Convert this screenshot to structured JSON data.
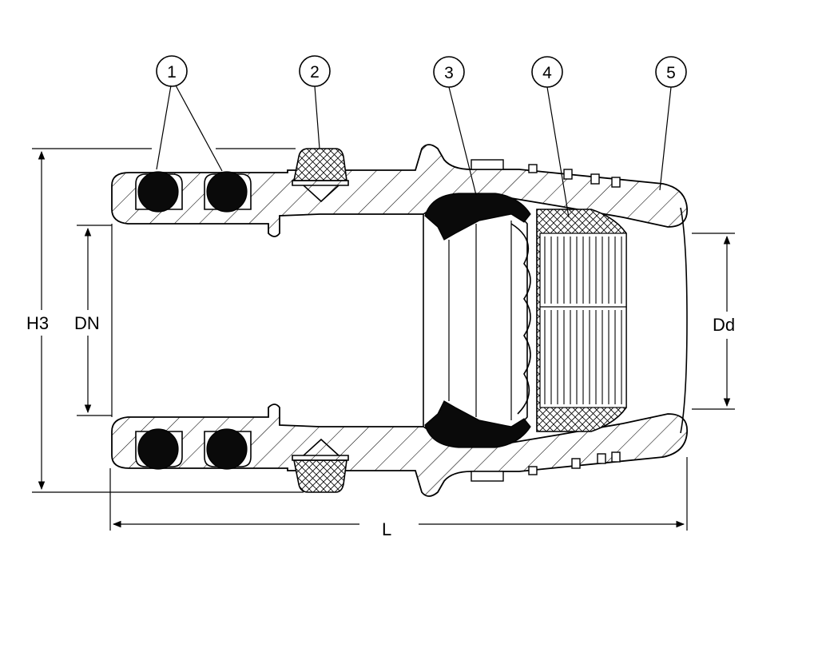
{
  "callouts": [
    "1",
    "2",
    "3",
    "4",
    "5"
  ],
  "dimensions": {
    "h3": "H3",
    "dn": "DN",
    "dd": "Dd",
    "l": "L"
  }
}
